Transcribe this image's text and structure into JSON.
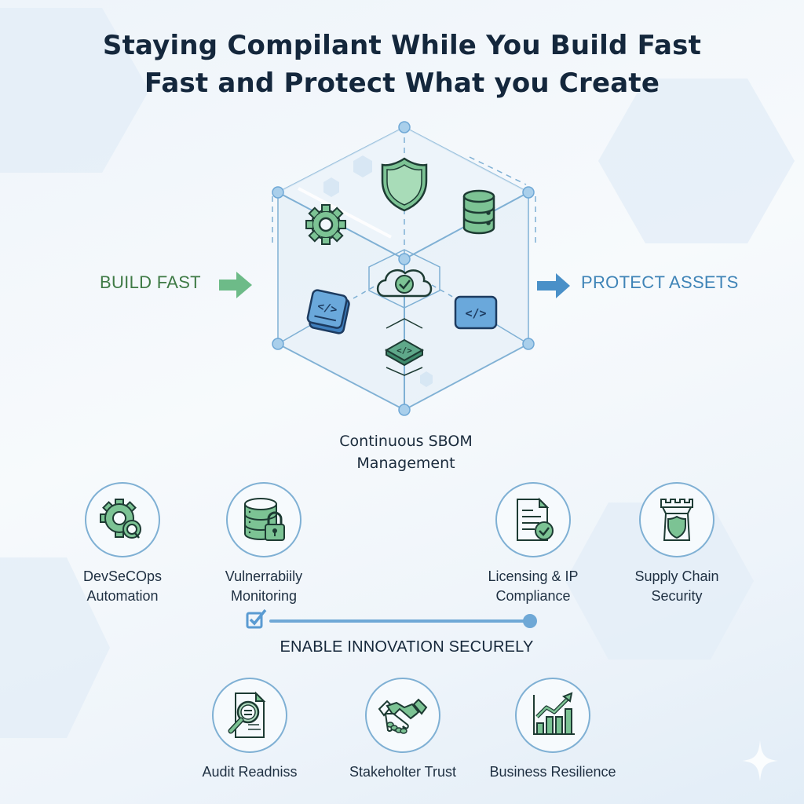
{
  "title": {
    "line1": "Staying Compilant While You Build Fast",
    "line2": "Fast and Protect What you Create"
  },
  "flow": {
    "left_label": "BUILD FAST",
    "right_label": "PROTECT ASSETS",
    "left_arrow_icon": "arrow-right-icon",
    "right_arrow_icon": "arrow-right-icon"
  },
  "hub": {
    "caption_line1": "Continuous SBOM",
    "caption_line2": "Management",
    "icons": [
      "shield-icon",
      "gear-icon",
      "database-icon",
      "cloud-check-icon",
      "code-terminal-icon",
      "code-icon",
      "code-chip-icon"
    ]
  },
  "features_top": [
    {
      "line1": "DevSeCOps",
      "line2": "Automation",
      "icon": "gear-search-icon"
    },
    {
      "line1": "Vulnerrabiily",
      "line2": "Monitoring",
      "icon": "database-lock-icon"
    },
    {
      "line1": "Licensing & IP",
      "line2": "Compliance",
      "icon": "document-check-icon"
    },
    {
      "line1": "Supply Chain",
      "line2": "Security",
      "icon": "tower-shield-icon"
    }
  ],
  "enable": {
    "label": "ENABLE INNOVATION SECURELY",
    "checkbox_icon": "checkbox-checked-icon"
  },
  "features_bottom": [
    {
      "label": "Audit Readniss",
      "icon": "document-magnifier-icon"
    },
    {
      "label": "Stakeholter Trust",
      "icon": "handshake-icon"
    },
    {
      "label": "Business Resilience",
      "icon": "growth-chart-icon"
    }
  ],
  "colors": {
    "title": "#14273c",
    "green_accent": "#5fb07a",
    "green_text": "#3e7a45",
    "blue_accent": "#4a90c8",
    "blue_text": "#3f84b7",
    "line_blue": "#7fb0d4"
  }
}
